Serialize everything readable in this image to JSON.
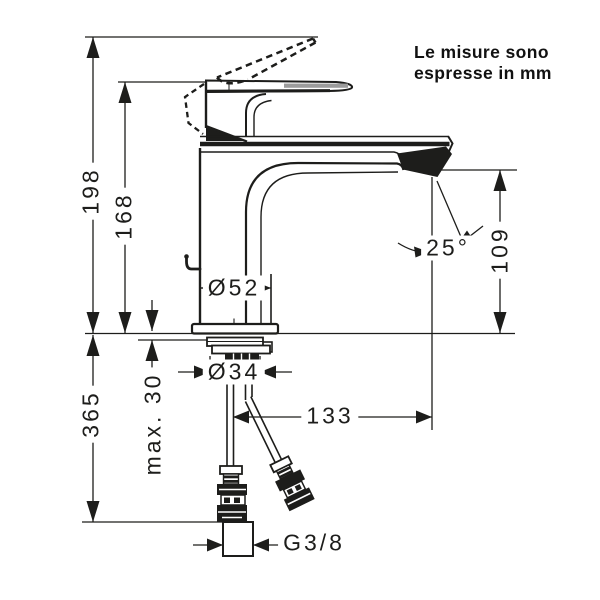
{
  "note": {
    "line1": "Le misure sono",
    "line2": "espresse in mm"
  },
  "dims": {
    "total_height": "198",
    "height_to_spout": "168",
    "hose_length": "365",
    "deck_thickness": "max. 30",
    "outlet_height": "109",
    "body_diameter": "Ø52",
    "hole_diameter": "Ø34",
    "spout_reach": "133",
    "outlet_angle": "25°",
    "connection_thread": "G3/8"
  },
  "colors": {
    "line": "#1d1d1b",
    "background": "#ffffff",
    "handle_inlay": "#9c9c9c"
  }
}
